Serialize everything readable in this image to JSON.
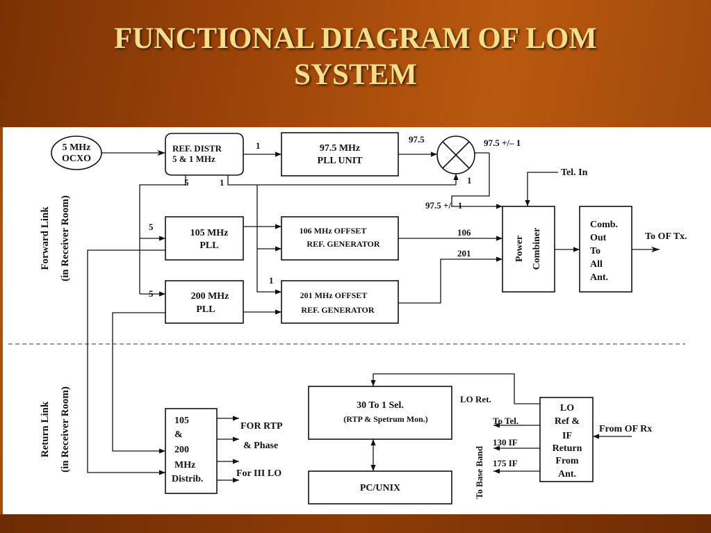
{
  "title": {
    "line1": "FUNCTIONAL DIAGRAM OF LOM",
    "line2": "SYSTEM"
  },
  "forward_link_label": {
    "line1": "Forward Link",
    "line2": "(in Receiver Room)"
  },
  "return_link_label": {
    "line1": "Return Link",
    "line2": "(in Receiver Room)"
  },
  "blocks": {
    "ocxo": {
      "line1": "5 MHz",
      "line2": "OCXO"
    },
    "ref_distr": {
      "line1": "REF. DISTR",
      "line2": "5 & 1 MHz"
    },
    "pll_97_5": {
      "line1": "97.5 MHz",
      "line2": "PLL UNIT"
    },
    "pll_105": {
      "line1": "105 MHz",
      "line2": "PLL"
    },
    "offset_106": {
      "line1": "106 MHz OFFSET",
      "line2": "REF. GENERATOR"
    },
    "pll_200": {
      "line1": "200 MHz",
      "line2": "PLL"
    },
    "offset_201": {
      "line1": "201 MHz OFFSET",
      "line2": "REF. GENERATOR"
    },
    "power_combiner": {
      "line1": "Power",
      "line2": "Combiner"
    },
    "comb_out": {
      "lines": [
        "Comb.",
        "Out",
        "To",
        "All",
        "Ant."
      ]
    },
    "distrib": {
      "lines": [
        "105",
        "&",
        "200",
        "MHz",
        "Distrib."
      ]
    },
    "sel": {
      "line1": "30 To 1 Sel.",
      "line2": "(RTP & Spetrum Mon.)"
    },
    "pc_unix": {
      "label": "PC/UNIX"
    },
    "lo_ref": {
      "lines": [
        "LO",
        "Ref &",
        "IF",
        "Return",
        "From",
        "Ant."
      ]
    }
  },
  "signal_labels": {
    "ref_out_1": "1",
    "ref_out_5": "5",
    "ref_out_1b": "1",
    "pll_out_97_5": "97.5",
    "mixer_out": "97.5 +/– 1",
    "mixer_in_1": "1",
    "combiner_in_97_5": "97.5 +/– 1",
    "pll105_in_5": "5",
    "pll200_in_5": "5",
    "offset201_in_1": "1",
    "combiner_in_106": "106",
    "combiner_in_201": "201",
    "tel_in": "Tel. In",
    "to_of_tx": "To OF Tx.",
    "for_rtp": "FOR RTP",
    "and_phase": "& Phase",
    "for_iii_lo": "For III LO",
    "lo_ret": "LO Ret.",
    "to_tel": "To Tel.",
    "if_130": "130 IF",
    "if_175": "175 IF",
    "from_of_rx": "From OF Rx",
    "to_base_band": "To Base Band"
  }
}
